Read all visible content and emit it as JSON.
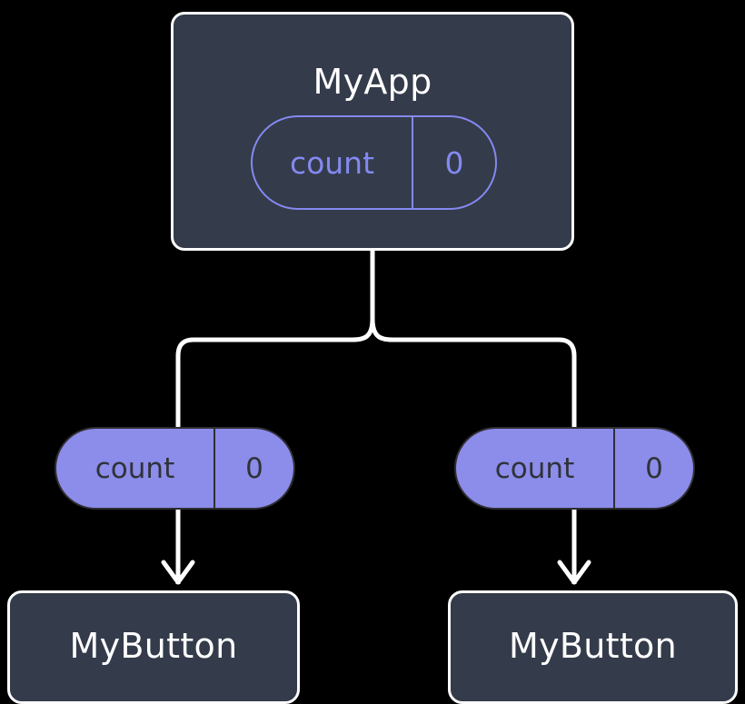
{
  "diagram": {
    "title_implicit": "component state propagation tree",
    "background_color": "#000000",
    "accent_color": "#8c8ceb",
    "card_fill_color": "#343b4a",
    "card_border_color": "#fdfdfd",
    "wire_color": "#ffffff",
    "nodes": {
      "root": {
        "label": "MyApp",
        "state": {
          "key": "count",
          "value": "0"
        }
      },
      "children": [
        {
          "label": "MyButton",
          "state": {
            "key": "count",
            "value": "0"
          }
        },
        {
          "label": "MyButton",
          "state": {
            "key": "count",
            "value": "0"
          }
        }
      ]
    },
    "connectors": {
      "fork": "root-splits-into-two-branches",
      "arrows": "state-pill-down-into-child-card"
    }
  }
}
